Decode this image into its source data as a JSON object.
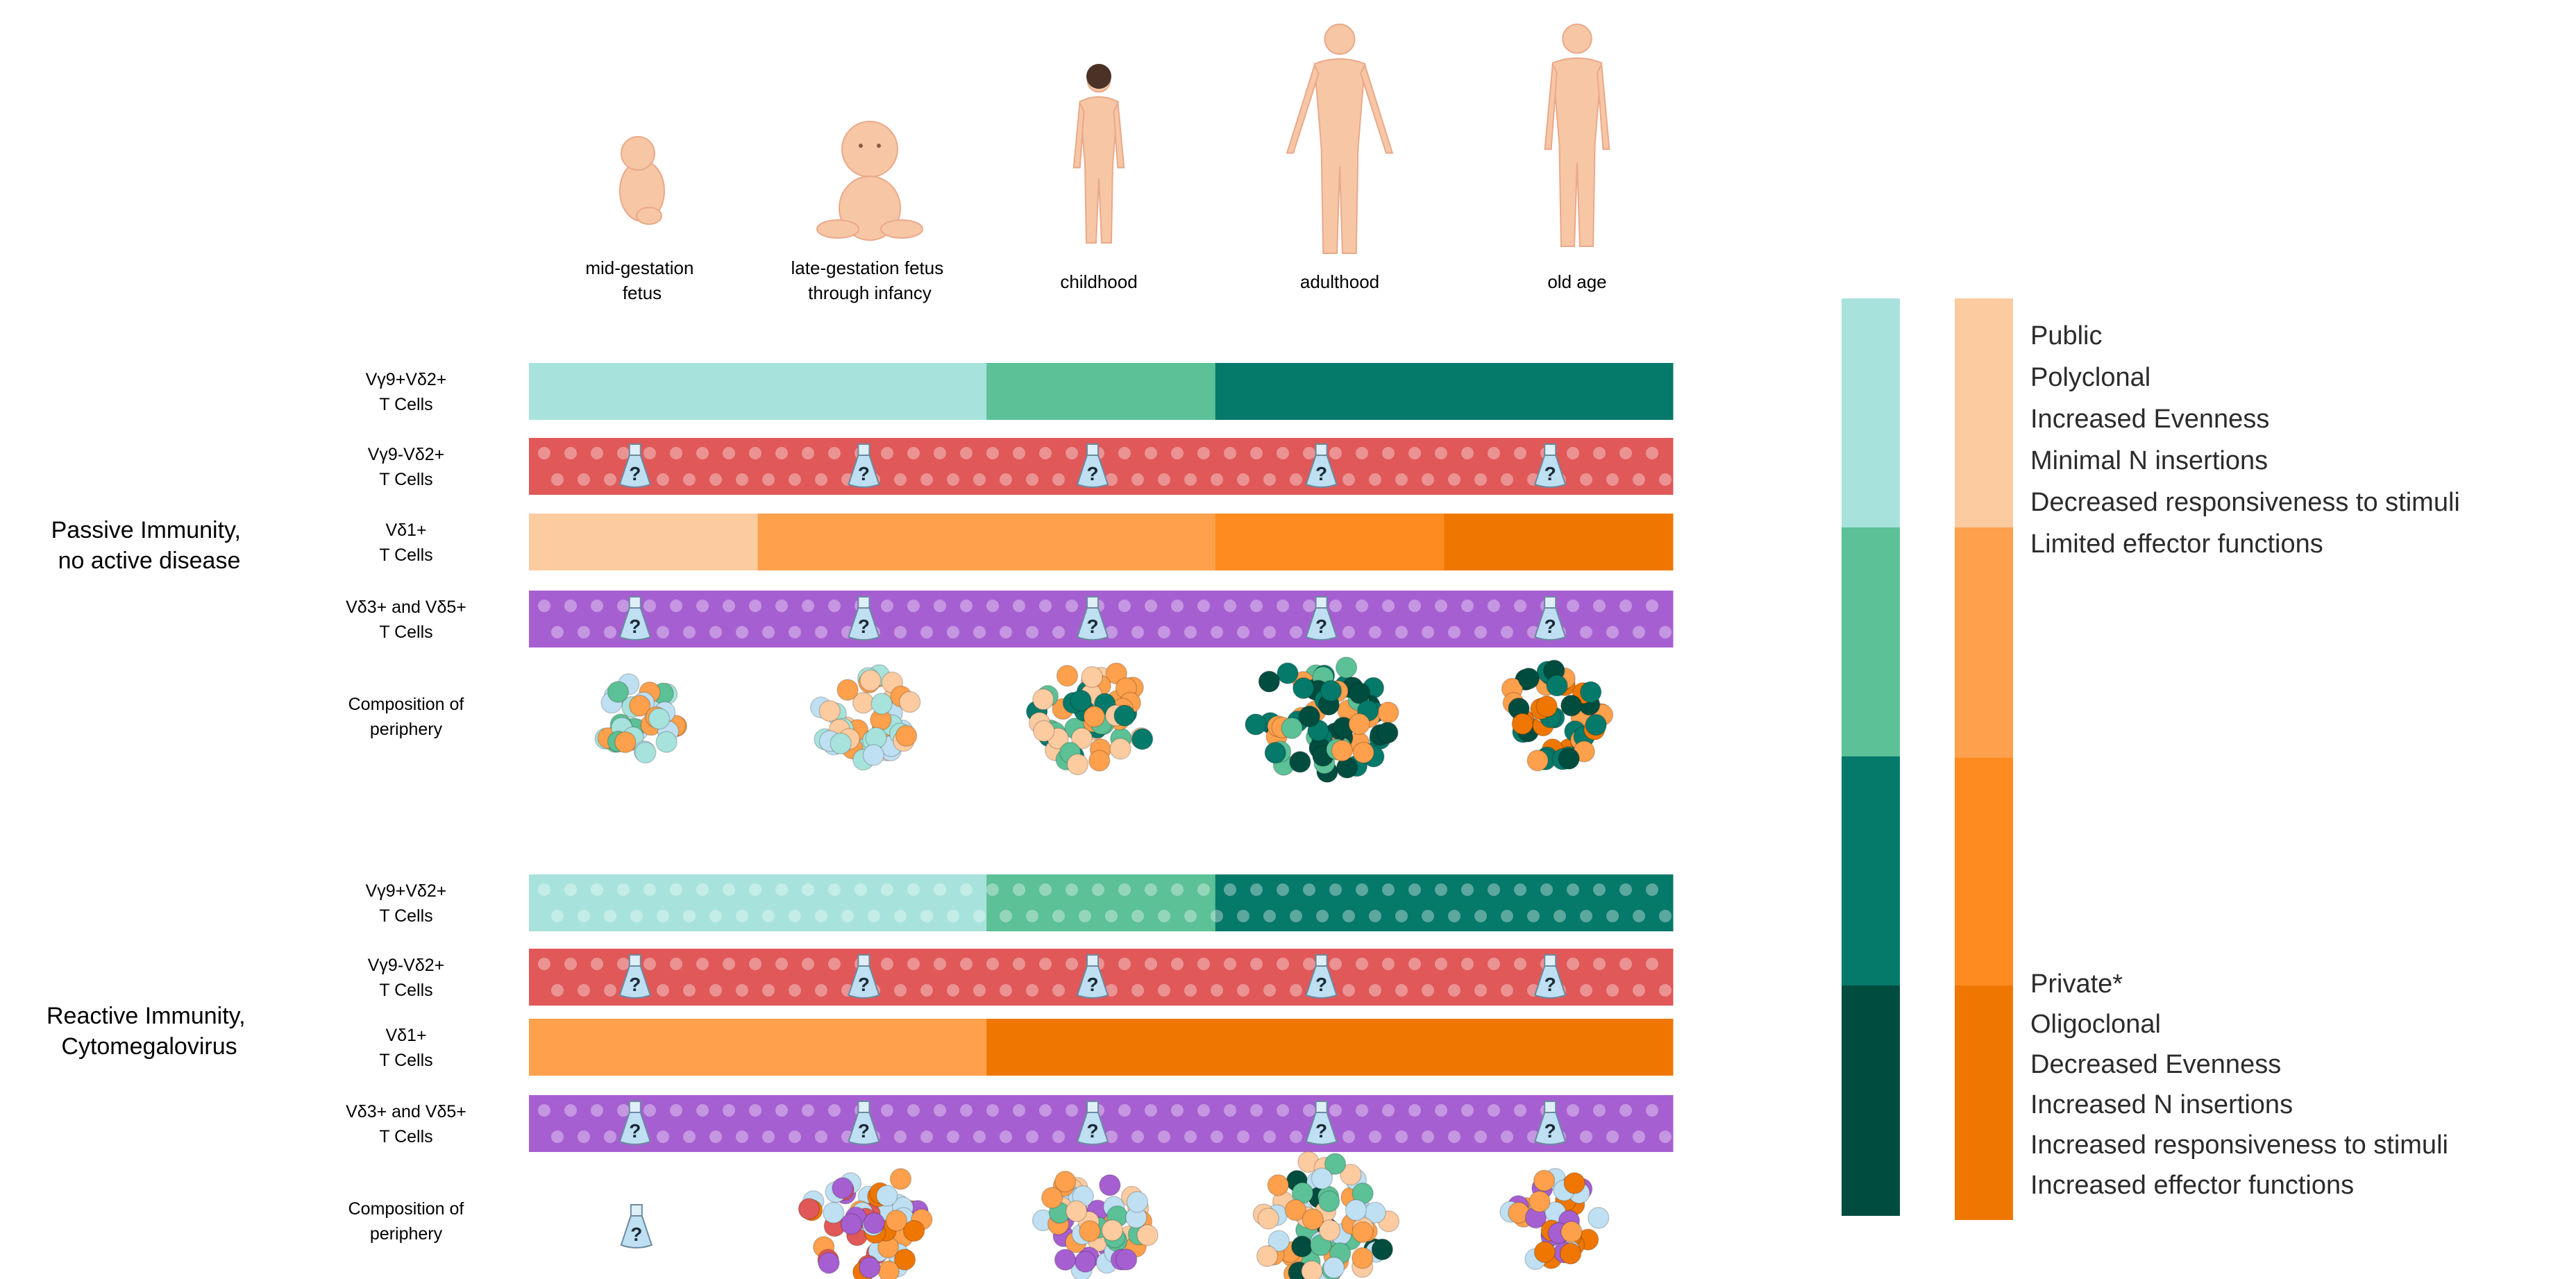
{
  "stages": [
    {
      "label_lines": [
        "mid-gestation",
        "fetus"
      ],
      "figure": "fetus-figure"
    },
    {
      "label_lines": [
        "late-gestation fetus",
        "through infancy"
      ],
      "figure": "infant-figure"
    },
    {
      "label_lines": [
        "childhood"
      ],
      "figure": "child-figure"
    },
    {
      "label_lines": [
        "adulthood"
      ],
      "figure": "adult-figure"
    },
    {
      "label_lines": [
        "old age"
      ],
      "figure": "elderly-figure"
    }
  ],
  "colors": {
    "teal_light": "#a7e3dc",
    "teal_mid": "#5cc196",
    "teal_dark": "#05796a",
    "teal_darkest": "#004d3f",
    "red": "#e05858",
    "purple": "#a65fd1",
    "orange_light": "#fdcba0",
    "orange_mid": "#fea04c",
    "orange_main": "#fd8b1f",
    "orange_dark": "#ef7701",
    "flask": "#bfe0f3"
  },
  "sections": [
    {
      "title_lines": [
        "Passive Immunity,",
        "no active disease"
      ],
      "rows": [
        {
          "label_lines": [
            "Vγ9+Vδ2+",
            "T Cells"
          ],
          "kind": "teal",
          "dotted": false,
          "flasks": false,
          "segments": [
            {
              "span": [
                0,
                2
              ],
              "color": "teal_light"
            },
            {
              "span": [
                2,
                3
              ],
              "color": "teal_mid"
            },
            {
              "span": [
                3,
                5
              ],
              "color": "teal_dark"
            }
          ]
        },
        {
          "label_lines": [
            "Vγ9-Vδ2+",
            "T Cells"
          ],
          "kind": "red",
          "dotted": true,
          "flasks": true,
          "segments": [
            {
              "span": [
                0,
                5
              ],
              "color": "red"
            }
          ]
        },
        {
          "label_lines": [
            "Vδ1+",
            "T Cells"
          ],
          "kind": "orange",
          "dotted": false,
          "flasks": false,
          "segments": [
            {
              "span": [
                0,
                1
              ],
              "color": "orange_light"
            },
            {
              "span": [
                1,
                3
              ],
              "color": "orange_mid"
            },
            {
              "span": [
                3,
                4
              ],
              "color": "orange_main"
            },
            {
              "span": [
                4,
                5
              ],
              "color": "orange_dark"
            }
          ]
        },
        {
          "label_lines": [
            "Vδ3+ and Vδ5+",
            "T Cells"
          ],
          "kind": "purple",
          "dotted": true,
          "flasks": true,
          "segments": [
            {
              "span": [
                0,
                5
              ],
              "color": "purple"
            }
          ]
        }
      ],
      "composition_label_lines": [
        "Composition of",
        "periphery"
      ],
      "clusters": [
        {
          "size": 0.45,
          "palette": [
            "teal_light",
            "orange_mid",
            "teal_mid",
            "flask"
          ]
        },
        {
          "size": 0.6,
          "palette": [
            "orange_mid",
            "teal_light",
            "orange_light",
            "flask"
          ]
        },
        {
          "size": 0.8,
          "palette": [
            "teal_mid",
            "teal_dark",
            "orange_mid",
            "orange_light"
          ]
        },
        {
          "size": 1.0,
          "palette": [
            "teal_darkest",
            "teal_dark",
            "orange_mid",
            "teal_mid"
          ]
        },
        {
          "size": 0.68,
          "palette": [
            "teal_darkest",
            "orange_mid",
            "orange_dark",
            "teal_dark"
          ]
        }
      ]
    },
    {
      "title_lines": [
        "Reactive Immunity,",
        "Cytomegalovirus"
      ],
      "rows": [
        {
          "label_lines": [
            "Vγ9+Vδ2+",
            "T Cells"
          ],
          "kind": "teal",
          "dotted": true,
          "flasks": false,
          "segments": [
            {
              "span": [
                0,
                2
              ],
              "color": "teal_light"
            },
            {
              "span": [
                2,
                3
              ],
              "color": "teal_mid"
            },
            {
              "span": [
                3,
                5
              ],
              "color": "teal_dark"
            }
          ]
        },
        {
          "label_lines": [
            "Vγ9-Vδ2+",
            "T Cells"
          ],
          "kind": "red",
          "dotted": true,
          "flasks": true,
          "segments": [
            {
              "span": [
                0,
                5
              ],
              "color": "red"
            }
          ]
        },
        {
          "label_lines": [
            "Vδ1+",
            "T Cells"
          ],
          "kind": "orange",
          "dotted": false,
          "flasks": false,
          "segments": [
            {
              "span": [
                0,
                1
              ],
              "color": "orange_mid"
            },
            {
              "span": [
                1,
                2
              ],
              "color": "orange_mid"
            },
            {
              "span": [
                2,
                5
              ],
              "color": "orange_dark"
            }
          ]
        },
        {
          "label_lines": [
            "Vδ3+ and Vδ5+",
            "T Cells"
          ],
          "kind": "purple",
          "dotted": true,
          "flasks": true,
          "segments": [
            {
              "span": [
                0,
                5
              ],
              "color": "purple"
            }
          ]
        }
      ],
      "composition_label_lines": [
        "Composition of",
        "periphery"
      ],
      "clusters": [
        {
          "size": 0,
          "flask": true,
          "palette": []
        },
        {
          "size": 0.85,
          "palette": [
            "red",
            "orange_mid",
            "flask",
            "orange_dark",
            "purple"
          ]
        },
        {
          "size": 0.75,
          "palette": [
            "teal_mid",
            "orange_mid",
            "flask",
            "purple",
            "orange_light"
          ]
        },
        {
          "size": 1.0,
          "palette": [
            "teal_darkest",
            "orange_mid",
            "flask",
            "teal_mid",
            "orange_light"
          ]
        },
        {
          "size": 0.6,
          "palette": [
            "orange_mid",
            "flask",
            "purple",
            "orange_dark"
          ]
        }
      ]
    }
  ],
  "legend": {
    "teal_scale": [
      "teal_light",
      "teal_mid",
      "teal_dark",
      "teal_darkest"
    ],
    "orange_scale": [
      "orange_light",
      "orange_mid",
      "orange_main",
      "orange_dark"
    ],
    "top_items": [
      "Public",
      "Polyclonal",
      "Increased Evenness",
      "Minimal N insertions",
      "Decreased responsiveness to stimuli",
      "Limited effector functions"
    ],
    "bottom_items": [
      "Private*",
      "Oligoclonal",
      "Decreased Evenness",
      "Increased N insertions",
      "Increased responsiveness to stimuli",
      "Increased effector functions"
    ]
  }
}
